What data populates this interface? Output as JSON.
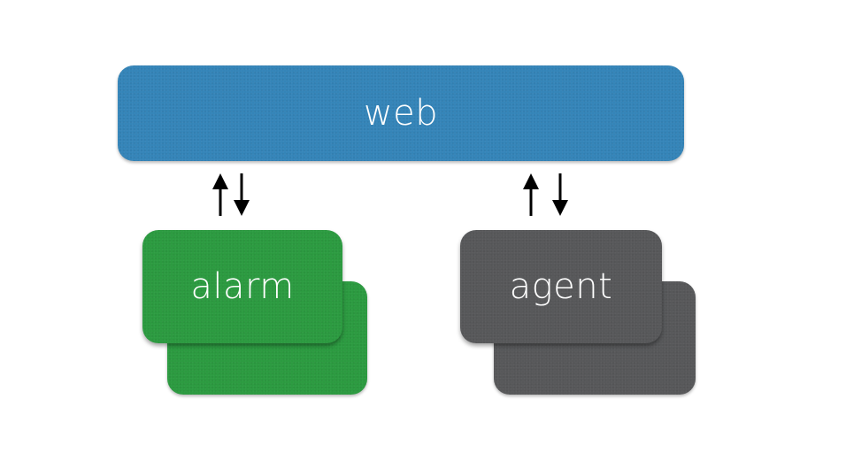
{
  "nodes": {
    "web": {
      "label": "web",
      "color": "#3384b8"
    },
    "alarm": {
      "label": "alarm",
      "color": "#2a9a3f"
    },
    "agent": {
      "label": "agent",
      "color": "#565759"
    }
  },
  "edges": [
    {
      "from": "alarm",
      "to": "web",
      "direction": "bidirectional"
    },
    {
      "from": "agent",
      "to": "web",
      "direction": "bidirectional"
    }
  ]
}
